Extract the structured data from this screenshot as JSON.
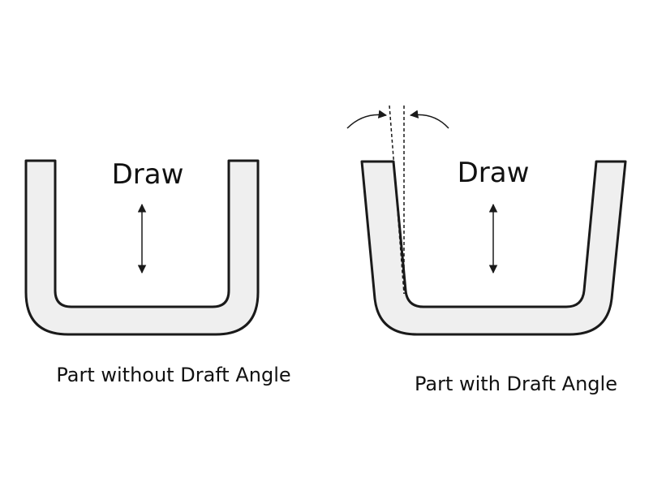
{
  "left_part": {
    "draw_label": "Draw",
    "caption": "Part without Draft Angle"
  },
  "right_part": {
    "draw_label": "Draw",
    "caption": "Part with Draft Angle"
  },
  "colors": {
    "part_fill": "#efefef",
    "outline": "#1a1a1a",
    "text": "#111111"
  }
}
